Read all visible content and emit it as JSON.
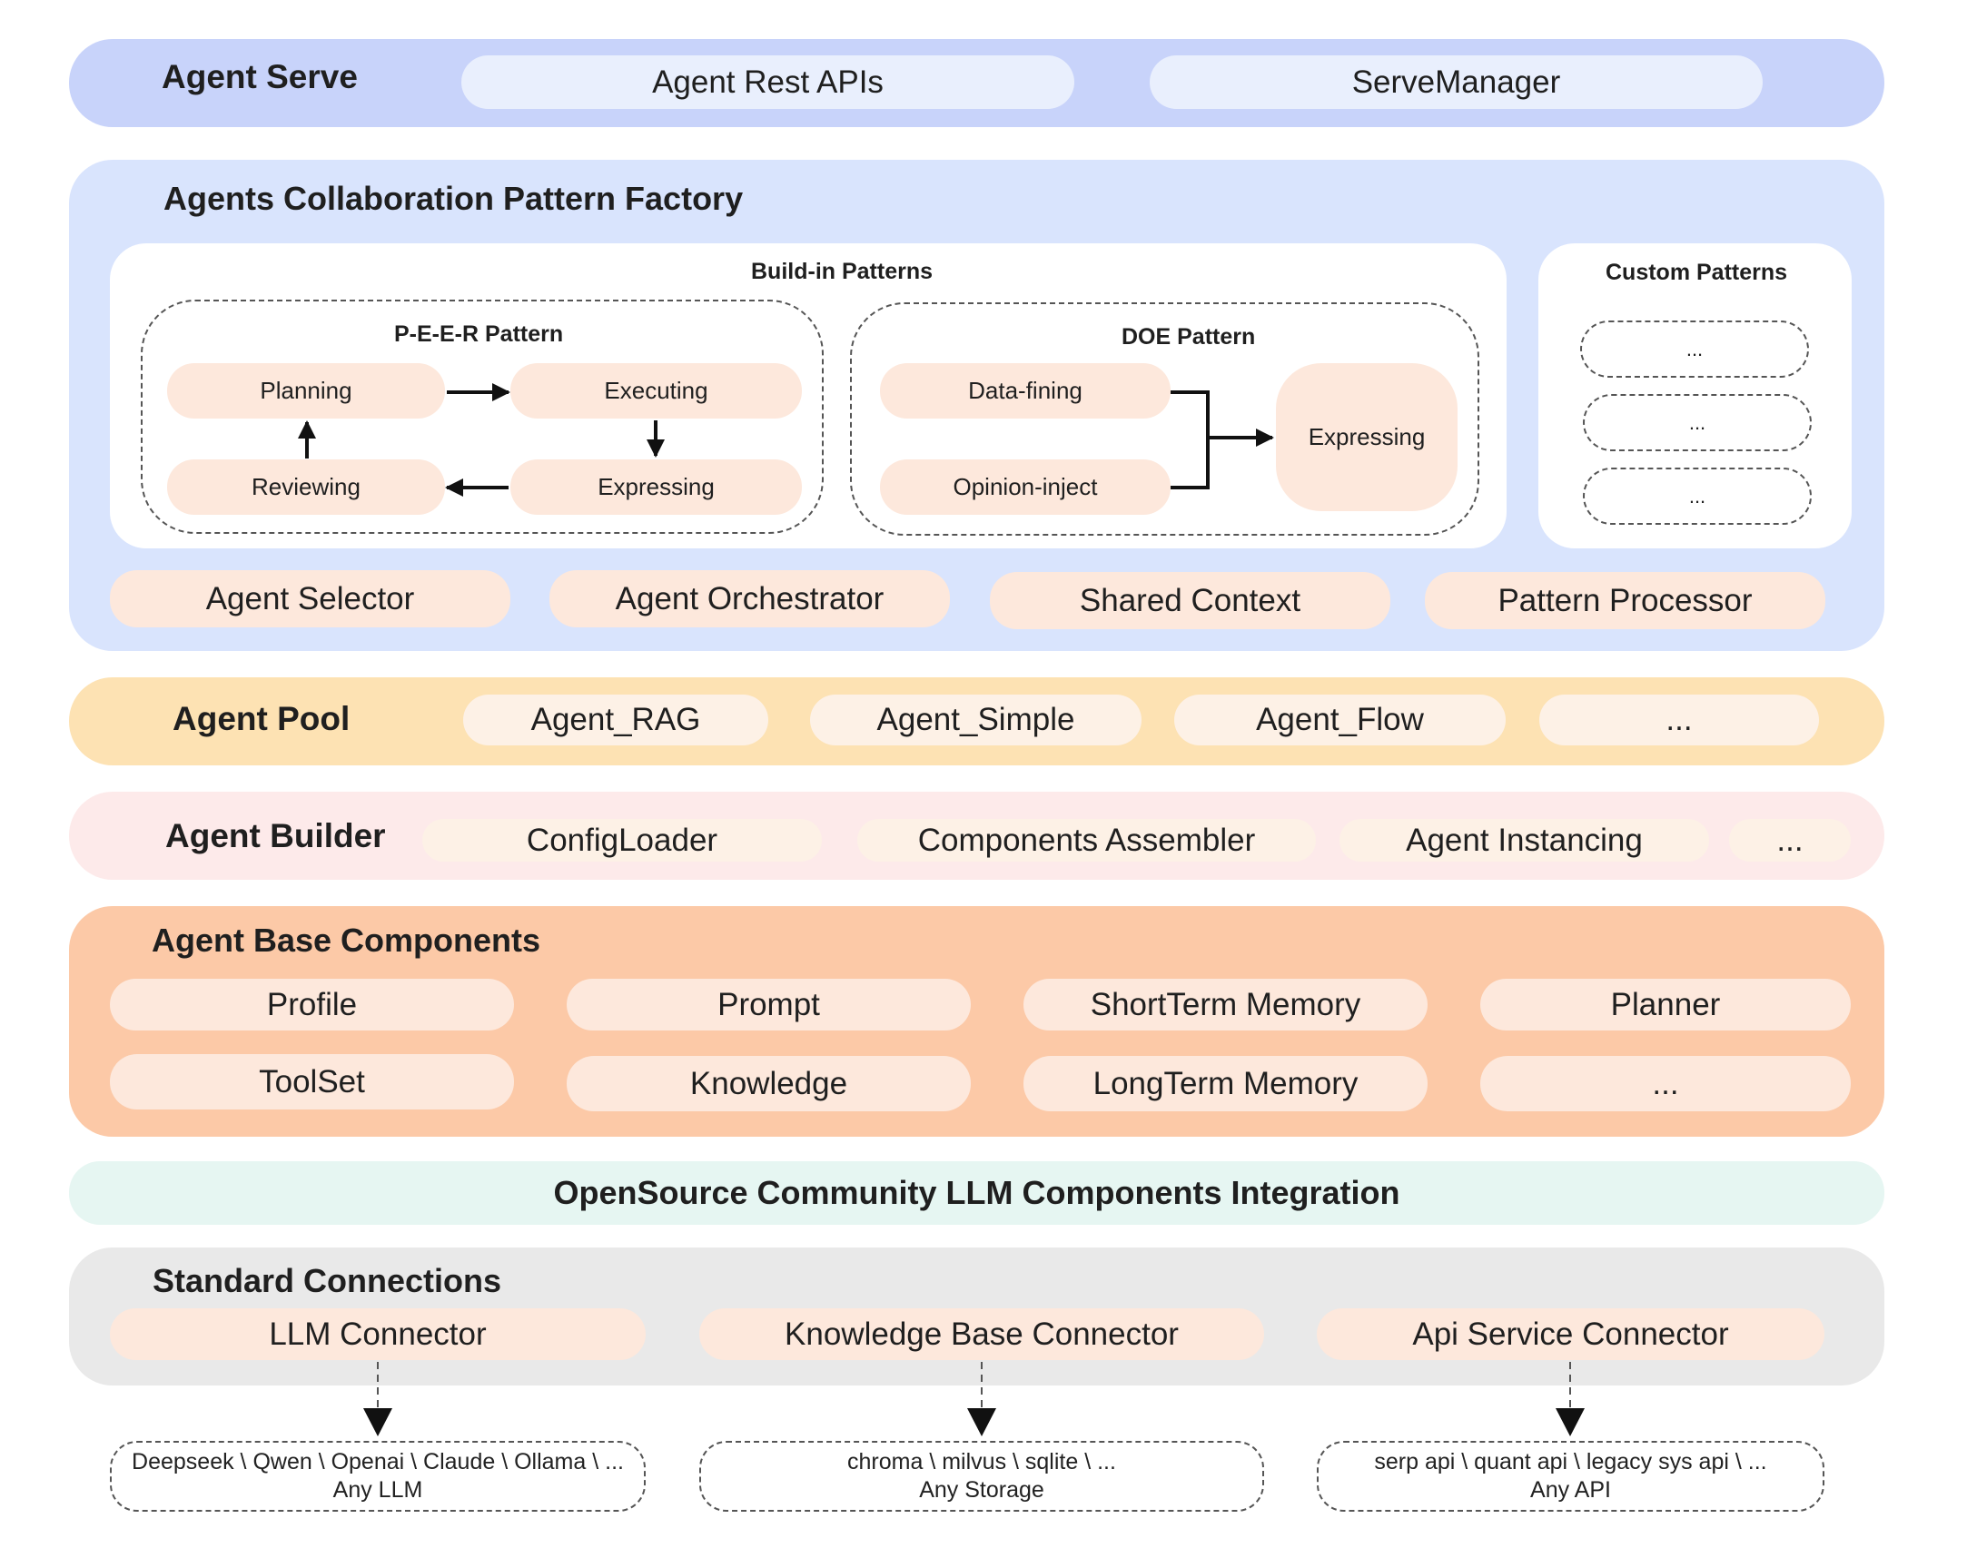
{
  "agent_serve": {
    "title": "Agent Serve",
    "items": [
      "Agent Rest APIs",
      "ServeManager"
    ]
  },
  "factory": {
    "title": "Agents Collaboration Pattern Factory",
    "buildin_title": "Build-in Patterns",
    "peer": {
      "title": "P-E-E-R Pattern",
      "planning": "Planning",
      "executing": "Executing",
      "reviewing": "Reviewing",
      "expressing": "Expressing"
    },
    "doe": {
      "title": "DOE Pattern",
      "data_fining": "Data-fining",
      "opinion_inject": "Opinion-inject",
      "expressing": "Expressing"
    },
    "custom": {
      "title": "Custom Patterns",
      "items": [
        "...",
        "...",
        "..."
      ]
    },
    "bottom_items": [
      "Agent Selector",
      "Agent Orchestrator",
      "Shared Context",
      "Pattern Processor"
    ]
  },
  "agent_pool": {
    "title": "Agent Pool",
    "items": [
      "Agent_RAG",
      "Agent_Simple",
      "Agent_Flow",
      "..."
    ]
  },
  "agent_builder": {
    "title": "Agent Builder",
    "items": [
      "ConfigLoader",
      "Components Assembler",
      "Agent Instancing",
      "..."
    ]
  },
  "base_components": {
    "title": "Agent Base Components",
    "row1": [
      "Profile",
      "Prompt",
      "ShortTerm Memory",
      "Planner"
    ],
    "row2": [
      "ToolSet",
      "Knowledge",
      "LongTerm Memory",
      "..."
    ]
  },
  "integration": {
    "title": "OpenSource Community LLM Components Integration"
  },
  "connections": {
    "title": "Standard Connections",
    "items": [
      "LLM Connector",
      "Knowledge Base Connector",
      "Api Service Connector"
    ],
    "targets": [
      {
        "line1": "Deepseek \\ Qwen \\ Openai \\ Claude \\ Ollama \\ ...",
        "line2": "Any LLM"
      },
      {
        "line1": "chroma \\ milvus \\ sqlite \\ ...",
        "line2": "Any Storage"
      },
      {
        "line1": "serp api \\ quant api \\ legacy sys api \\  ...",
        "line2": "Any API"
      }
    ]
  },
  "colors": {
    "serve_band": "#c8d3fa",
    "factory_band": "#d9e4fd",
    "pool_band": "#fde2b3",
    "builder_band": "#fdeaea",
    "base_band": "#fcc9a7",
    "integration_band": "#e6f6f2",
    "connections_band": "#e9e9e9"
  }
}
